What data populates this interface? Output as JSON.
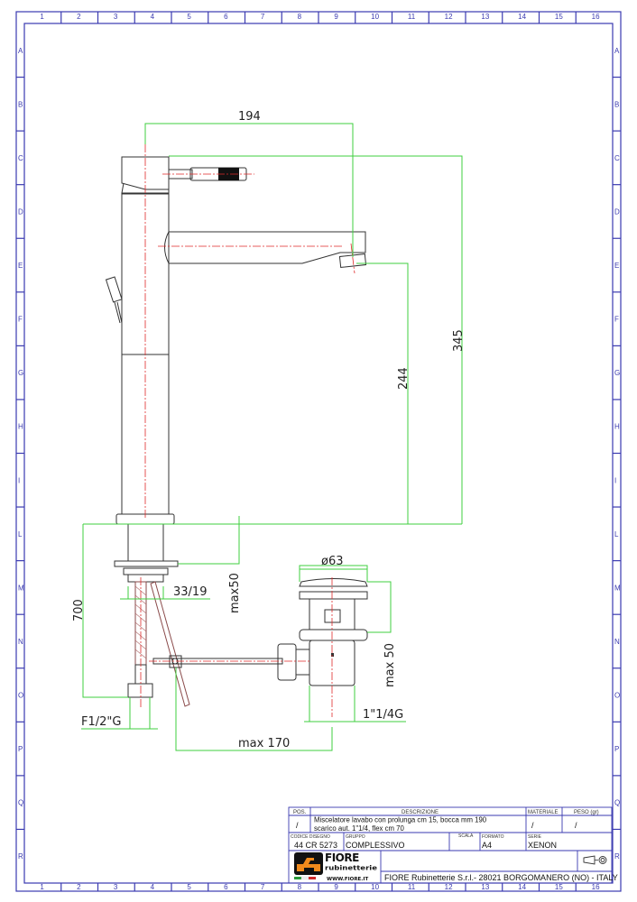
{
  "ruler": {
    "columns": [
      "1",
      "2",
      "3",
      "4",
      "5",
      "6",
      "7",
      "8",
      "9",
      "10",
      "11",
      "12",
      "13",
      "14",
      "15",
      "16"
    ],
    "rows": [
      "A",
      "B",
      "C",
      "D",
      "E",
      "F",
      "G",
      "H",
      "I",
      "L",
      "M",
      "N",
      "O",
      "P",
      "Q",
      "R"
    ]
  },
  "dimensions": {
    "spout_reach": "194",
    "total_height": "345",
    "spout_height": "244",
    "flex_length": "700",
    "max_deck_upper": "max50",
    "shank": "33/19",
    "flex_connection": "F1/2\"G",
    "drain_diameter": "ø63",
    "drain_max": "max 50",
    "drain_thread": "1\"1/4G",
    "rod_max": "max 170"
  },
  "title_block": {
    "pos_header": "POS.",
    "descrizione_header": "DESCRIZIONE",
    "materiale_header": "MATERIALE",
    "peso_header": "PESO (gr)",
    "pos_value": "/",
    "description_line1": "Miscelatore lavabo con prolunga cm 15, bocca mm 190",
    "description_line2": "scarico aut. 1\"1/4, flex cm 70",
    "materiale_value": "/",
    "peso_value": "/",
    "codice_label": "CODICE DISEGNO",
    "codice_value": "44 CR 5273",
    "gruppo_label": "GRUPPO",
    "gruppo_value": "COMPLESSIVO",
    "scala_label": "SCALA",
    "formato_label": "FORMATO",
    "formato_value": "A4",
    "serie_label": "SERIE",
    "serie_value": "XENON",
    "logo_text": "FIORE rubinetterie",
    "logo_url": "WWW.FIORE.IT",
    "company": "FIORE Rubinetterie S.r.l.- 28021 BORGOMANERO (NO) - ITALY",
    "projection_icon": "first-angle-projection-icon"
  },
  "colors": {
    "frame": "#3a3ab0",
    "dimension": "#3fcf3f",
    "centerline": "#e02a2a",
    "logo_orange": "#f08a1c"
  }
}
